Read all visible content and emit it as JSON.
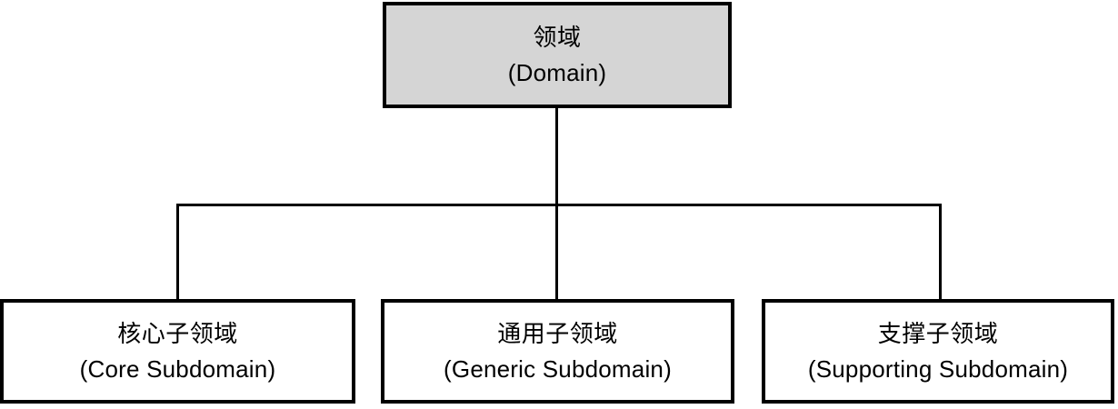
{
  "diagram": {
    "type": "hierarchy-tree",
    "orientation": "top-down",
    "colors": {
      "root_fill": "#d5d5d5",
      "child_fill": "#ffffff",
      "border": "#000000",
      "connector": "#000000",
      "text": "#000000",
      "background": "#ffffff"
    },
    "root": {
      "label_cn": "领域",
      "label_en": "(Domain)"
    },
    "children": [
      {
        "label_cn": "核心子领域",
        "label_en": "(Core Subdomain)"
      },
      {
        "label_cn": "通用子领域",
        "label_en": "(Generic Subdomain)"
      },
      {
        "label_cn": "支撑子领域",
        "label_en": "(Supporting Subdomain)"
      }
    ]
  }
}
